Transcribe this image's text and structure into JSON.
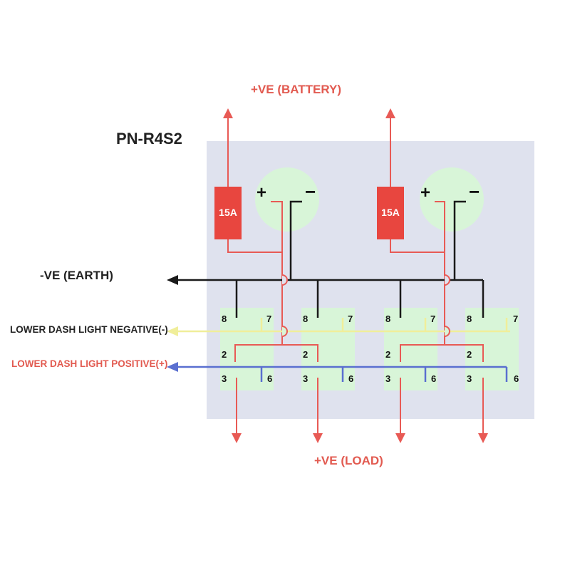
{
  "title": "PN-R4S2",
  "labels": {
    "battery": "+VE (BATTERY)",
    "earth": "-VE (EARTH)",
    "load": "+VE (LOAD)",
    "dash_negative": "LOWER DASH LIGHT NEGATIVE(-)",
    "dash_positive": "LOWER DASH LIGHT POSITIVE(+)"
  },
  "fuses": [
    {
      "rating": "15A"
    },
    {
      "rating": "15A"
    }
  ],
  "terminals": [
    {
      "plus": "+",
      "minus": "−"
    },
    {
      "plus": "+",
      "minus": "−"
    }
  ],
  "switches": [
    {
      "pin8": "8",
      "pin7": "7",
      "pin2": "2",
      "pin3": "3",
      "pin6": "6"
    },
    {
      "pin8": "8",
      "pin7": "7",
      "pin2": "2",
      "pin3": "3",
      "pin6": "6"
    },
    {
      "pin8": "8",
      "pin7": "7",
      "pin2": "2",
      "pin3": "3",
      "pin6": "6"
    },
    {
      "pin8": "8",
      "pin7": "7",
      "pin2": "2",
      "pin3": "3",
      "pin6": "6"
    }
  ],
  "colors": {
    "panel": "#dfe2ee",
    "positive_wire": "#e85a55",
    "negative_wire": "#1a1a1a",
    "fuse": "#e8463f",
    "terminal": "#d8f5d8",
    "switch": "#d8f5d8",
    "dash_negative_wire": "#f0ee9a",
    "dash_positive_wire": "#5a6fd0",
    "positive_text": "#e25a50",
    "dark_text": "#222222"
  }
}
